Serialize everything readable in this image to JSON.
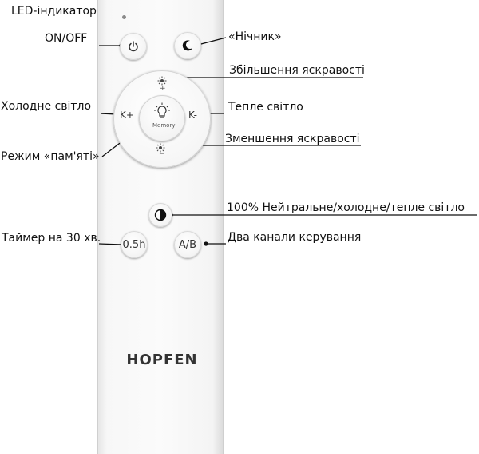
{
  "labels": {
    "led": "LED-індикатор",
    "on_off": "ON/OFF",
    "night": "«Нічник»",
    "bright_up": "Збільшення яскравості",
    "cold": "Холодне світло",
    "warm": "Тепле світло",
    "memory_mode": "Режим «пам'яті»",
    "bright_down": "Зменшення яскравості",
    "neutral": "100% Нейтральне/холодне/тепле світло",
    "timer": "Таймер на 30 хв.",
    "channels": "Два канали керування"
  },
  "remote": {
    "k_plus": "K+",
    "k_minus": "K-",
    "plus": "+",
    "minus": "−",
    "memory": "Memory",
    "timer_btn": "0.5h",
    "ab_btn": "A/B",
    "brand": "HOPFEN"
  },
  "icons": {
    "power": "power-icon",
    "night": "moon-icon",
    "sun": "sun-icon",
    "bulb": "bulb-icon",
    "neutral": "half-circle-icon"
  }
}
